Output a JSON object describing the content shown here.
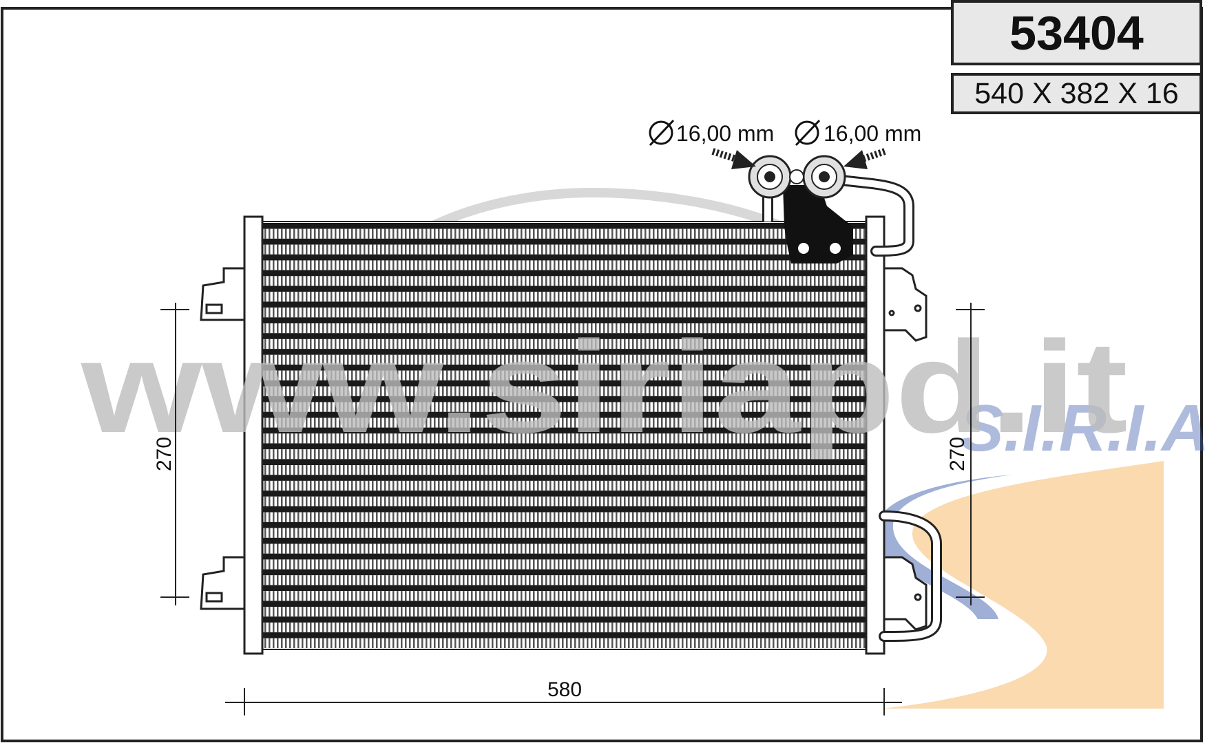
{
  "part_number": "53404",
  "dimensions": "540 X 382 X 16",
  "pipe_labels": [
    "16,00 mm",
    "16,00 mm"
  ],
  "dim_height_left": "270",
  "dim_height_right": "270",
  "dim_width": "580",
  "watermark_text": "www.siriapd.it",
  "brand_text": "S.I.R.I.A",
  "colors": {
    "frame": "#222222",
    "panel": "#e8e8e8",
    "watermark": "#bdbdbd",
    "brand_blue": "#3b5ba9",
    "brand_orange": "#f2a63a"
  }
}
